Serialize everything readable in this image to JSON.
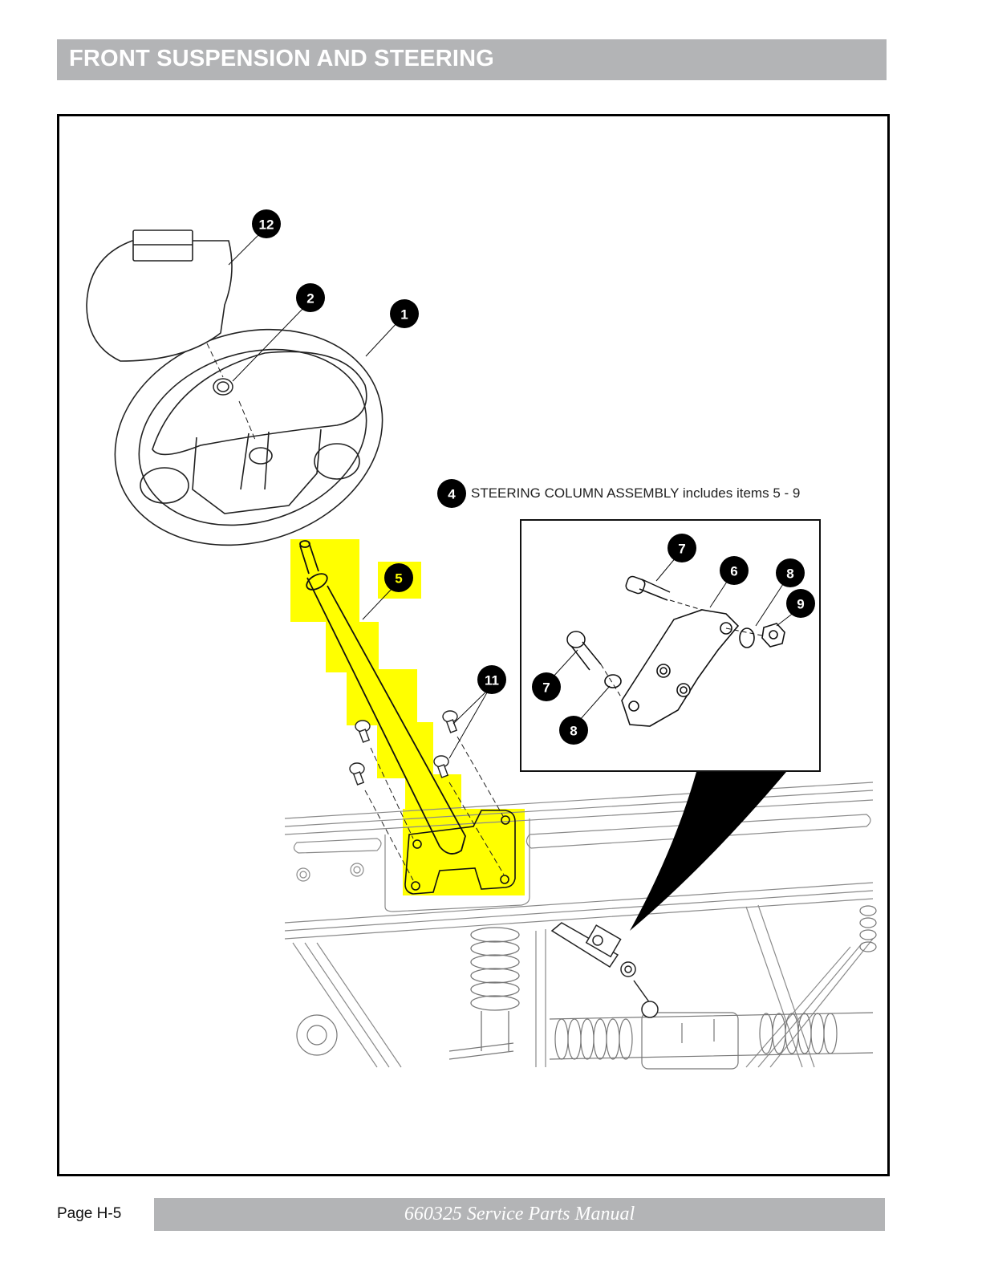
{
  "header": {
    "title": "FRONT SUSPENSION AND STEERING"
  },
  "diagram": {
    "callouts": [
      {
        "number": "12",
        "part": "steering wheel cover"
      },
      {
        "number": "2",
        "part": "steering wheel nut"
      },
      {
        "number": "1",
        "part": "steering wheel"
      },
      {
        "number": "4",
        "part": "steering column assembly"
      },
      {
        "number": "5",
        "part": "steering column",
        "highlighted": true
      },
      {
        "number": "11",
        "part": "column mounting bolts"
      },
      {
        "number": "7",
        "part": "cap screw (upper)"
      },
      {
        "number": "6",
        "part": "universal joint"
      },
      {
        "number": "8",
        "part": "lock washer (right)"
      },
      {
        "number": "9",
        "part": "nut"
      },
      {
        "number": "7",
        "part": "cap screw (lower)"
      },
      {
        "number": "8",
        "part": "lock washer (lower)"
      }
    ],
    "assembly_note": "STEERING COLUMN ASSEMBLY includes items 5 - 9",
    "highlight_color": "#ffff00"
  },
  "footer": {
    "page_label": "Page  H-5",
    "manual_title": "660325 Service Parts Manual"
  }
}
